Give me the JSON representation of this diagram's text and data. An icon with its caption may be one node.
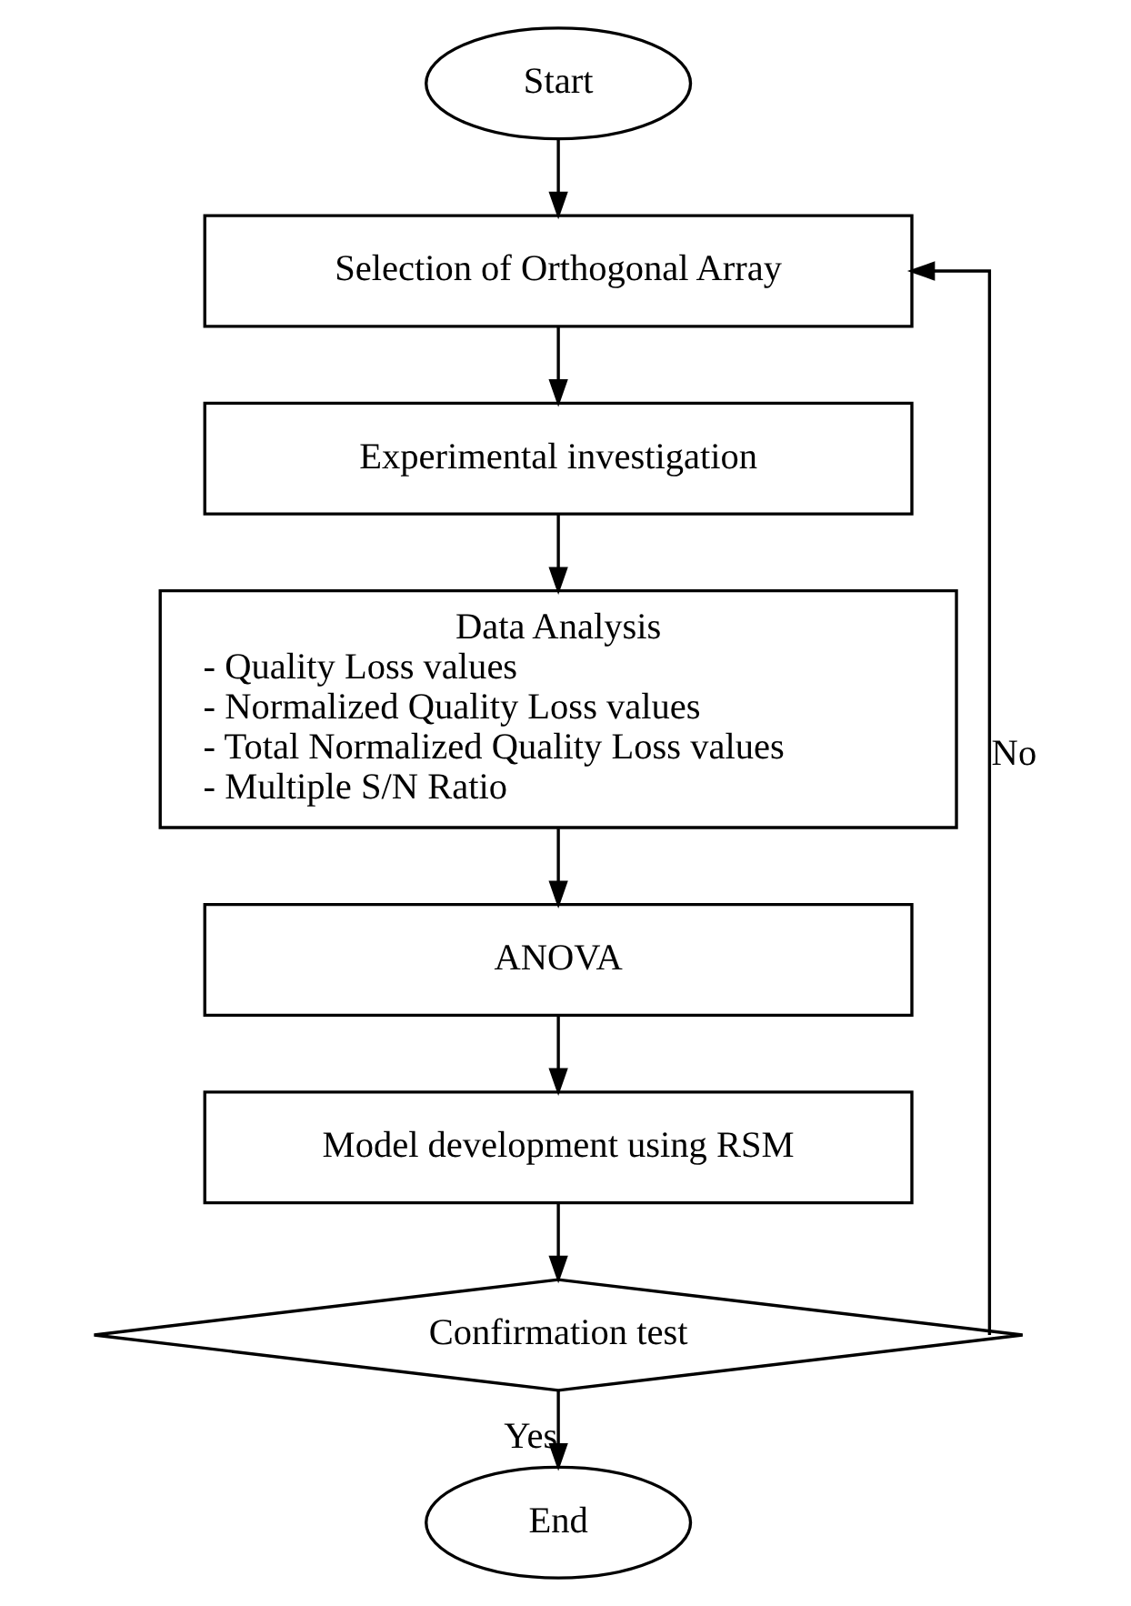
{
  "diagram": {
    "nodes": [
      {
        "text": [
          "Start"
        ]
      },
      {
        "text": [
          "Selection of Orthogonal Array"
        ]
      },
      {
        "text": [
          "Experimental investigation"
        ]
      },
      {
        "text": [
          "Data Analysis",
          "- Quality Loss values",
          "- Normalized Quality Loss values",
          "- Total Normalized Quality Loss values",
          "- Multiple S/N Ratio"
        ]
      },
      {
        "text": [
          "ANOVA"
        ]
      },
      {
        "text": [
          "Model development using RSM"
        ]
      },
      {
        "text": [
          "Confirmation test"
        ]
      },
      {
        "text": [
          "End"
        ]
      }
    ],
    "edges": [
      {
        "from": 0,
        "to": 1,
        "arrow": "to"
      },
      {
        "from": 1,
        "to": 2,
        "arrow": "to"
      },
      {
        "from": 2,
        "to": 3,
        "arrow": "to"
      },
      {
        "from": 3,
        "to": 4,
        "arrow": "to"
      },
      {
        "from": 4,
        "to": 5,
        "arrow": "to"
      },
      {
        "from": 5,
        "to": 6,
        "arrow": "to"
      },
      {
        "from": 6,
        "to": 7,
        "arrow": "to",
        "label": "Yes"
      },
      {
        "from": 6,
        "to": 1,
        "arrow": "to",
        "label": "No"
      }
    ]
  }
}
